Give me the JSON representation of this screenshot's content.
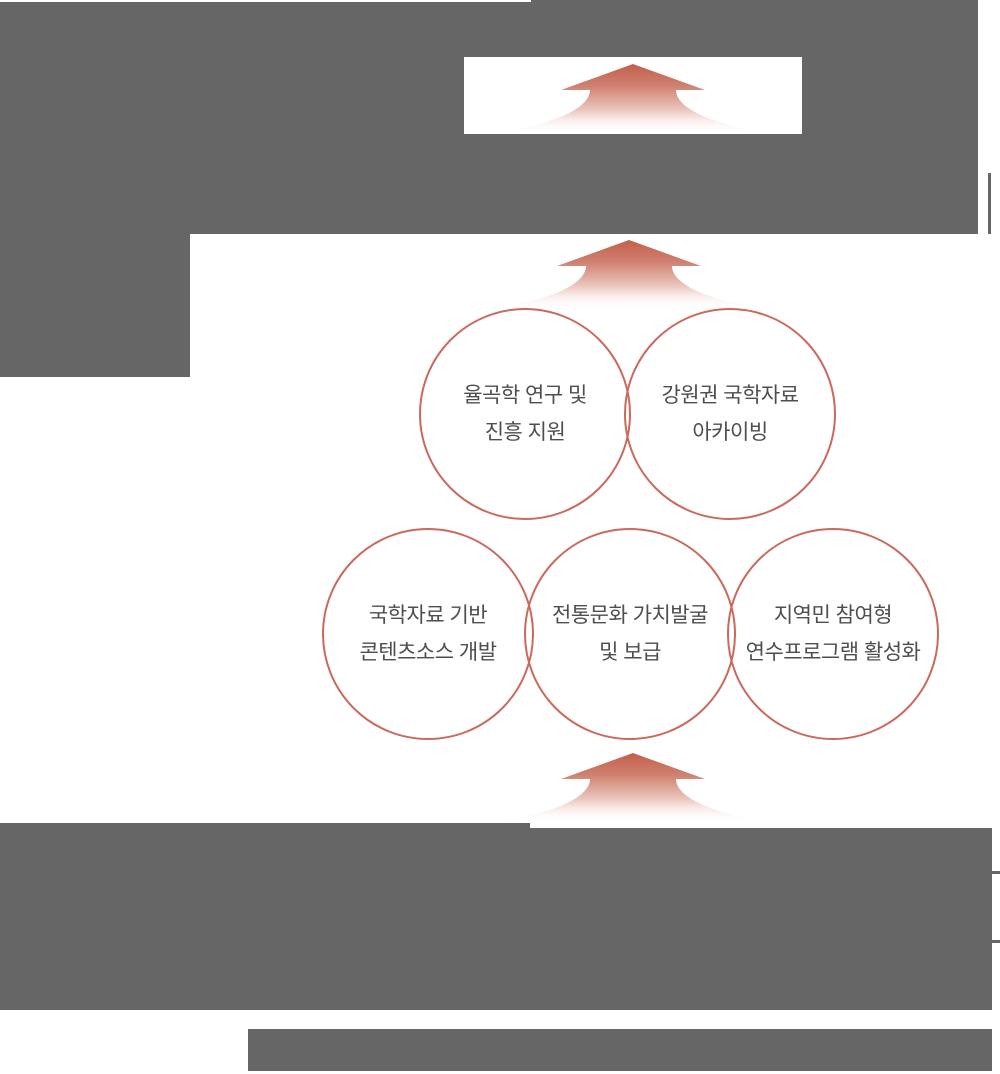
{
  "colors": {
    "block": "#666666",
    "circle_border": "#cb695d",
    "circle_text": "#4e4e4e",
    "arrow_start": "#c35e4b",
    "arrow_mid1": "#cf8170",
    "arrow_mid2": "#ecc9c1",
    "white": "#ffffff"
  },
  "circles": [
    {
      "lines": [
        "율곡학 연구 및",
        "진흥 지원"
      ]
    },
    {
      "lines": [
        "강원권 국학자료",
        "아카이빙"
      ]
    },
    {
      "lines": [
        "국학자료 기반",
        "콘텐츠소스 개발"
      ]
    },
    {
      "lines": [
        "전통문화 가치발굴",
        "및 보급"
      ]
    },
    {
      "lines": [
        "지역민 참여형",
        "연수프로그램 활성화"
      ]
    }
  ]
}
